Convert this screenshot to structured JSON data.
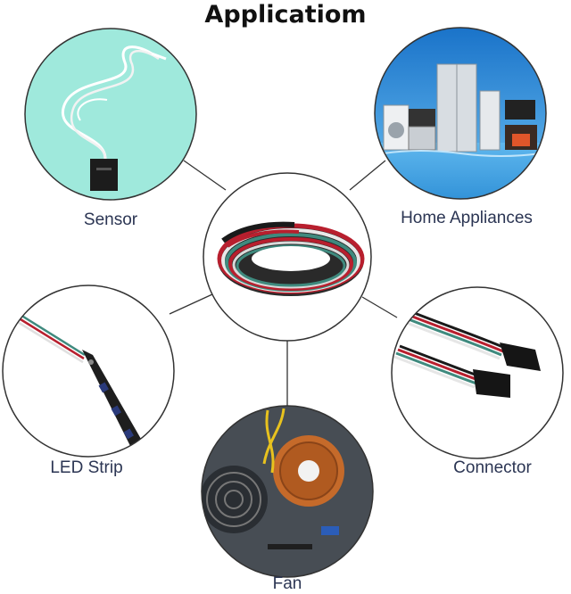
{
  "title": "Applicatiom",
  "hub": {
    "icon": "cable-coil-icon"
  },
  "nodes": [
    {
      "key": "sensor",
      "label": "Sensor",
      "icon": "sensor-cable-icon"
    },
    {
      "key": "home",
      "label": "Home Appliances",
      "icon": "home-appliances-icon"
    },
    {
      "key": "led",
      "label": "LED Strip",
      "icon": "led-strip-icon"
    },
    {
      "key": "connector",
      "label": "Connector",
      "icon": "connector-plug-icon"
    },
    {
      "key": "fan",
      "label": "Fan",
      "icon": "cpu-fan-icon"
    }
  ],
  "colors": {
    "wire_red": "#b81f2e",
    "wire_white": "#e8e8e8",
    "wire_green": "#3f8a7e",
    "wire_black": "#1a1a1a",
    "sensor_bg": "#9fe9dc",
    "sky": "#2a8fe0",
    "label": "#2b3553"
  }
}
